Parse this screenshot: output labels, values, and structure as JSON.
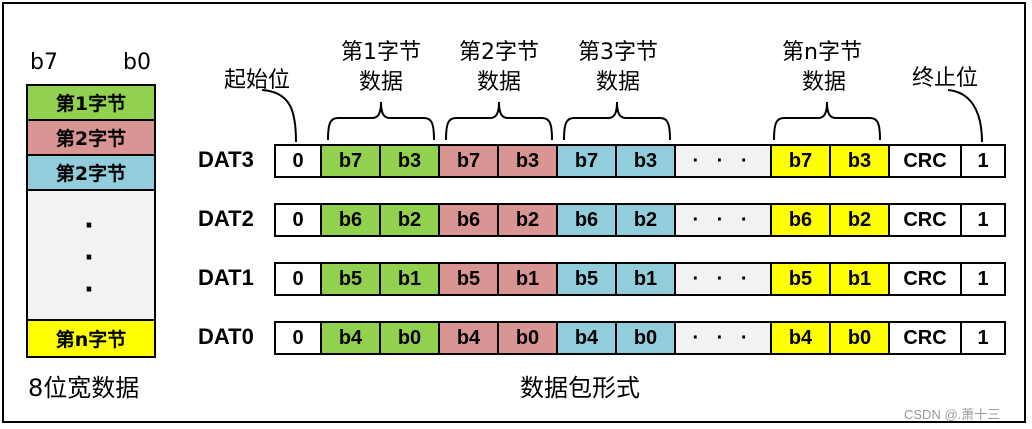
{
  "colors": {
    "green": "#92d050",
    "pink": "#d99594",
    "blue": "#92cddc",
    "yellow": "#ffff00",
    "gray": "#f2f2f2",
    "white": "#ffffff"
  },
  "left_panel": {
    "bit_high": "b7",
    "bit_low": "b0",
    "rows": [
      {
        "label": "第1字节",
        "color": "green"
      },
      {
        "label": "第2字节",
        "color": "pink"
      },
      {
        "label": "第2字节",
        "color": "blue"
      }
    ],
    "dots": [
      "·",
      "·",
      "·"
    ],
    "last_row": {
      "label": "第n字节",
      "color": "yellow"
    },
    "caption": "8位宽数据"
  },
  "top_labels": {
    "start_bit": "起始位",
    "byte1": [
      "第1字节",
      "数据"
    ],
    "byte2": [
      "第2字节",
      "数据"
    ],
    "byte3": [
      "第3字节",
      "数据"
    ],
    "byten": [
      "第n字节",
      "数据"
    ],
    "stop_bit": "终止位"
  },
  "lines": [
    {
      "name": "DAT3",
      "start": "0",
      "b": [
        [
          "b7",
          "b3"
        ],
        [
          "b7",
          "b3"
        ],
        [
          "b7",
          "b3"
        ]
      ],
      "ellipsis": "· · ·",
      "bn": [
        "b7",
        "b3"
      ],
      "crc": "CRC",
      "stop": "1"
    },
    {
      "name": "DAT2",
      "start": "0",
      "b": [
        [
          "b6",
          "b2"
        ],
        [
          "b6",
          "b2"
        ],
        [
          "b6",
          "b2"
        ]
      ],
      "ellipsis": "· · ·",
      "bn": [
        "b6",
        "b2"
      ],
      "crc": "CRC",
      "stop": "1"
    },
    {
      "name": "DAT1",
      "start": "0",
      "b": [
        [
          "b5",
          "b1"
        ],
        [
          "b5",
          "b1"
        ],
        [
          "b5",
          "b1"
        ]
      ],
      "ellipsis": "· · ·",
      "bn": [
        "b5",
        "b1"
      ],
      "crc": "CRC",
      "stop": "1"
    },
    {
      "name": "DAT0",
      "start": "0",
      "b": [
        [
          "b4",
          "b0"
        ],
        [
          "b4",
          "b0"
        ],
        [
          "b4",
          "b0"
        ]
      ],
      "ellipsis": "· · ·",
      "bn": [
        "b4",
        "b0"
      ],
      "crc": "CRC",
      "stop": "1"
    }
  ],
  "bottom_caption": "数据包形式",
  "watermark": "CSDN @.萧十三"
}
